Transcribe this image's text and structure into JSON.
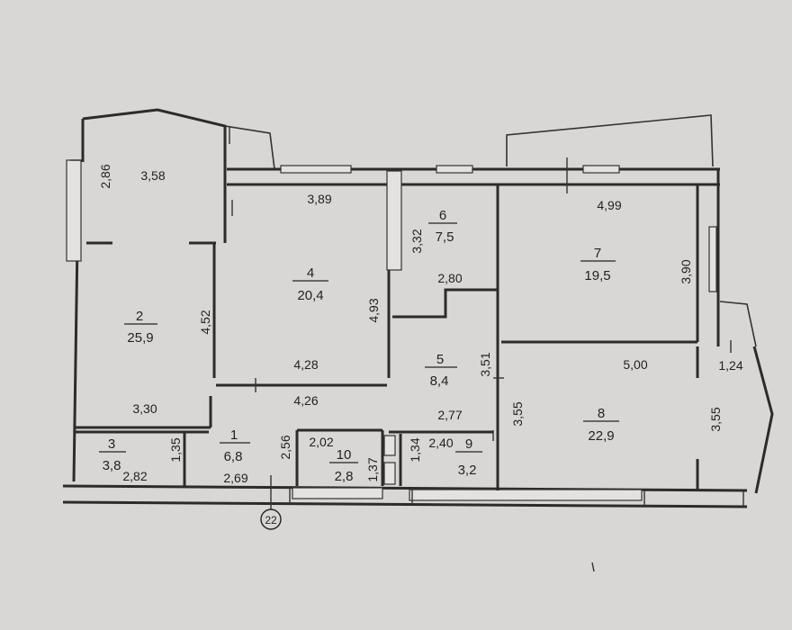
{
  "rooms": [
    {
      "number": "1",
      "area": "6,8"
    },
    {
      "number": "2",
      "area": "25,9"
    },
    {
      "number": "3",
      "area": "3,8"
    },
    {
      "number": "4",
      "area": "20,4"
    },
    {
      "number": "5",
      "area": "8,4"
    },
    {
      "number": "6",
      "area": "7,5"
    },
    {
      "number": "7",
      "area": "19,5"
    },
    {
      "number": "8",
      "area": "22,9"
    },
    {
      "number": "9",
      "area": "3,2"
    },
    {
      "number": "10",
      "area": "2,8"
    }
  ],
  "dimensions": {
    "d_2_86": "2,86",
    "d_3_58": "3,58",
    "d_3_89": "3,89",
    "d_3_32": "3,32",
    "d_2_80": "2,80",
    "d_4_99": "4,99",
    "d_3_90": "3,90",
    "d_4_52": "4,52",
    "d_4_93": "4,93",
    "d_4_28": "4,28",
    "d_4_26": "4,26",
    "d_3_51": "3,51",
    "d_5_00": "5,00",
    "d_1_24": "1,24",
    "d_3_30": "3,30",
    "d_2_77": "2,77",
    "d_3_55_left": "3,55",
    "d_3_55_right": "3,55",
    "d_1_35": "1,35",
    "d_2_82": "2,82",
    "d_2_56": "2,56",
    "d_2_69": "2,69",
    "d_2_02": "2,02",
    "d_1_37": "1,37",
    "d_1_34": "1,34",
    "d_2_40": "2,40"
  },
  "axis_marker": "22"
}
